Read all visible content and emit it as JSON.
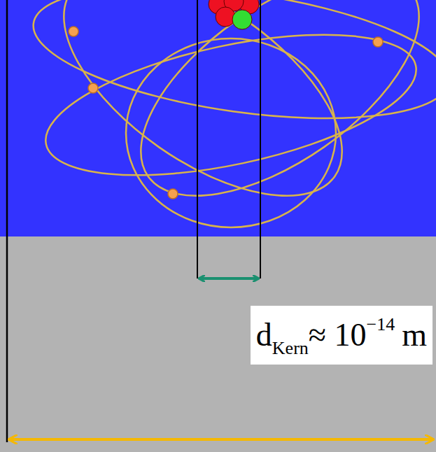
{
  "diagram": {
    "labels": [
      "d",
      "Kern",
      "≈ 10",
      "−14",
      "m"
    ]
  }
}
